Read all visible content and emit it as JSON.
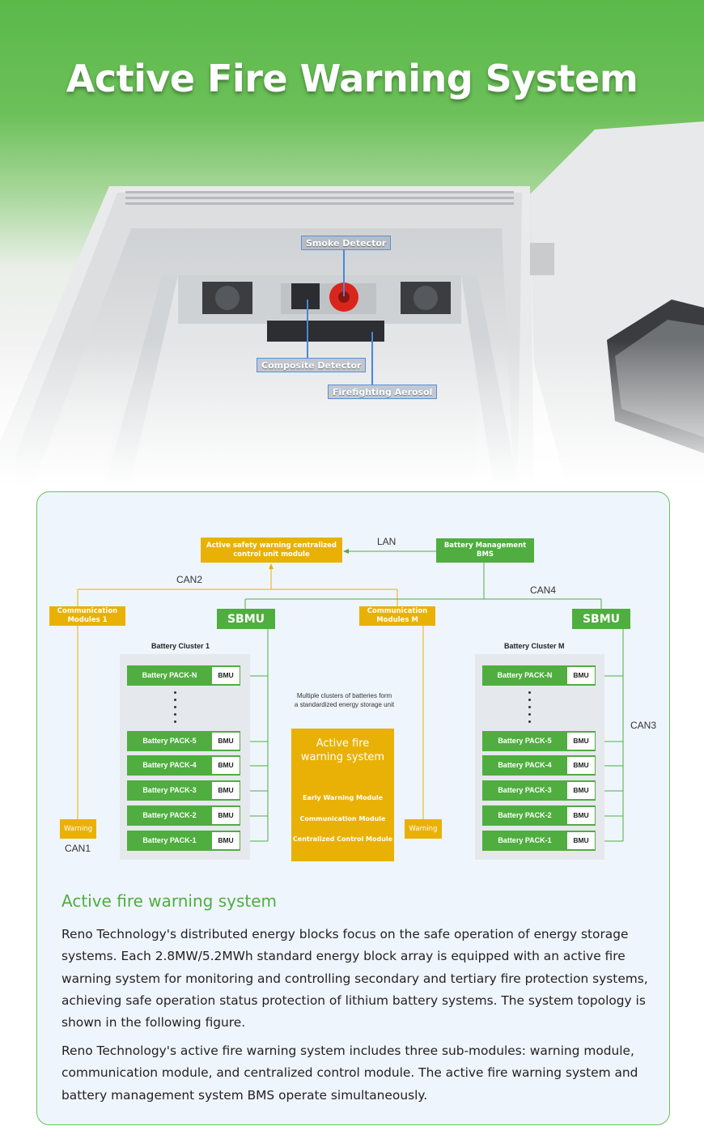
{
  "hero": {
    "title": "Active Fire Warning System",
    "callouts": {
      "smoke": "Smoke Detector",
      "composite": "Composite Detector",
      "aerosol": "Firefighting Aerosol"
    }
  },
  "diagram": {
    "central_unit": [
      "Active safety warning centralized",
      "control unit module"
    ],
    "bms": [
      "Battery Management",
      "BMS"
    ],
    "connections": {
      "lan": "LAN",
      "can1": "CAN1",
      "can2": "CAN2",
      "can3": "CAN3",
      "can4": "CAN4"
    },
    "comm_module_1": [
      "Communication",
      "Modules  1"
    ],
    "comm_module_m": [
      "Communication",
      "Modules  M"
    ],
    "sbmu": "SBMU",
    "warning": "Warning",
    "bmu": "BMU",
    "cluster_1": {
      "title": "Battery Cluster 1",
      "packs": [
        "Battery PACK-N",
        "Battery PACK-5",
        "Battery PACK-4",
        "Battery PACK-3",
        "Battery PACK-2",
        "Battery PACK-1"
      ]
    },
    "cluster_m": {
      "title": "Battery Cluster M",
      "packs": [
        "Battery PACK-N",
        "Battery PACK-5",
        "Battery PACK-4",
        "Battery PACK-3",
        "Battery PACK-2",
        "Battery PACK-1"
      ]
    },
    "multi_cluster_note": [
      "Multiple clusters of batteries form",
      "a standardized energy storage unit"
    ],
    "afw": {
      "title": [
        "Active fire",
        "warning system"
      ],
      "modules": [
        "Early Warning Module",
        "Communication Module",
        "Centralized Control Module"
      ]
    },
    "colors": {
      "orange": "#e9b106",
      "green": "#4fae3f",
      "panel_border": "#6cbf5a",
      "panel_bg": "#eff5fc"
    }
  },
  "section": {
    "title": "Active fire warning system",
    "paragraph_1": "Reno Technology's distributed energy blocks focus on the safe operation of energy storage systems. Each 2.8MW/5.2MWh standard energy block array is equipped with an active fire warning system for monitoring and controlling secondary and tertiary fire protection systems, achieving safe operation status protection of lithium battery systems. The system topology is shown in the following figure.",
    "paragraph_2": "Reno Technology's active fire warning system includes three sub-modules: warning module, communication module, and centralized control module. The active fire warning system and battery management system BMS operate simultaneously."
  }
}
